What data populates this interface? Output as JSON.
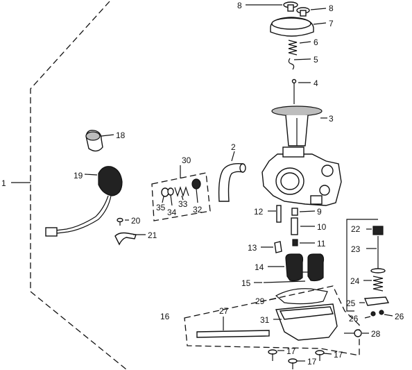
{
  "labels": {
    "p1": "1",
    "p2": "2",
    "p3": "3",
    "p4": "4",
    "p5": "5",
    "p6": "6",
    "p7": "7",
    "p8a": "8",
    "p8b": "8",
    "p9": "9",
    "p10": "10",
    "p11": "11",
    "p12": "12",
    "p13": "13",
    "p14": "14",
    "p15": "15",
    "p16": "16",
    "p17a": "17",
    "p17b": "17",
    "p17c": "17",
    "p18": "18",
    "p19": "19",
    "p20": "20",
    "p21": "21",
    "p22": "22",
    "p23": "23",
    "p24": "24",
    "p25": "25",
    "p26a": "26",
    "p26b": "26",
    "p27": "27",
    "p28": "28",
    "p29": "29",
    "p30": "30",
    "p31": "31",
    "p32": "32",
    "p33": "33",
    "p34": "34",
    "p35": "35"
  }
}
